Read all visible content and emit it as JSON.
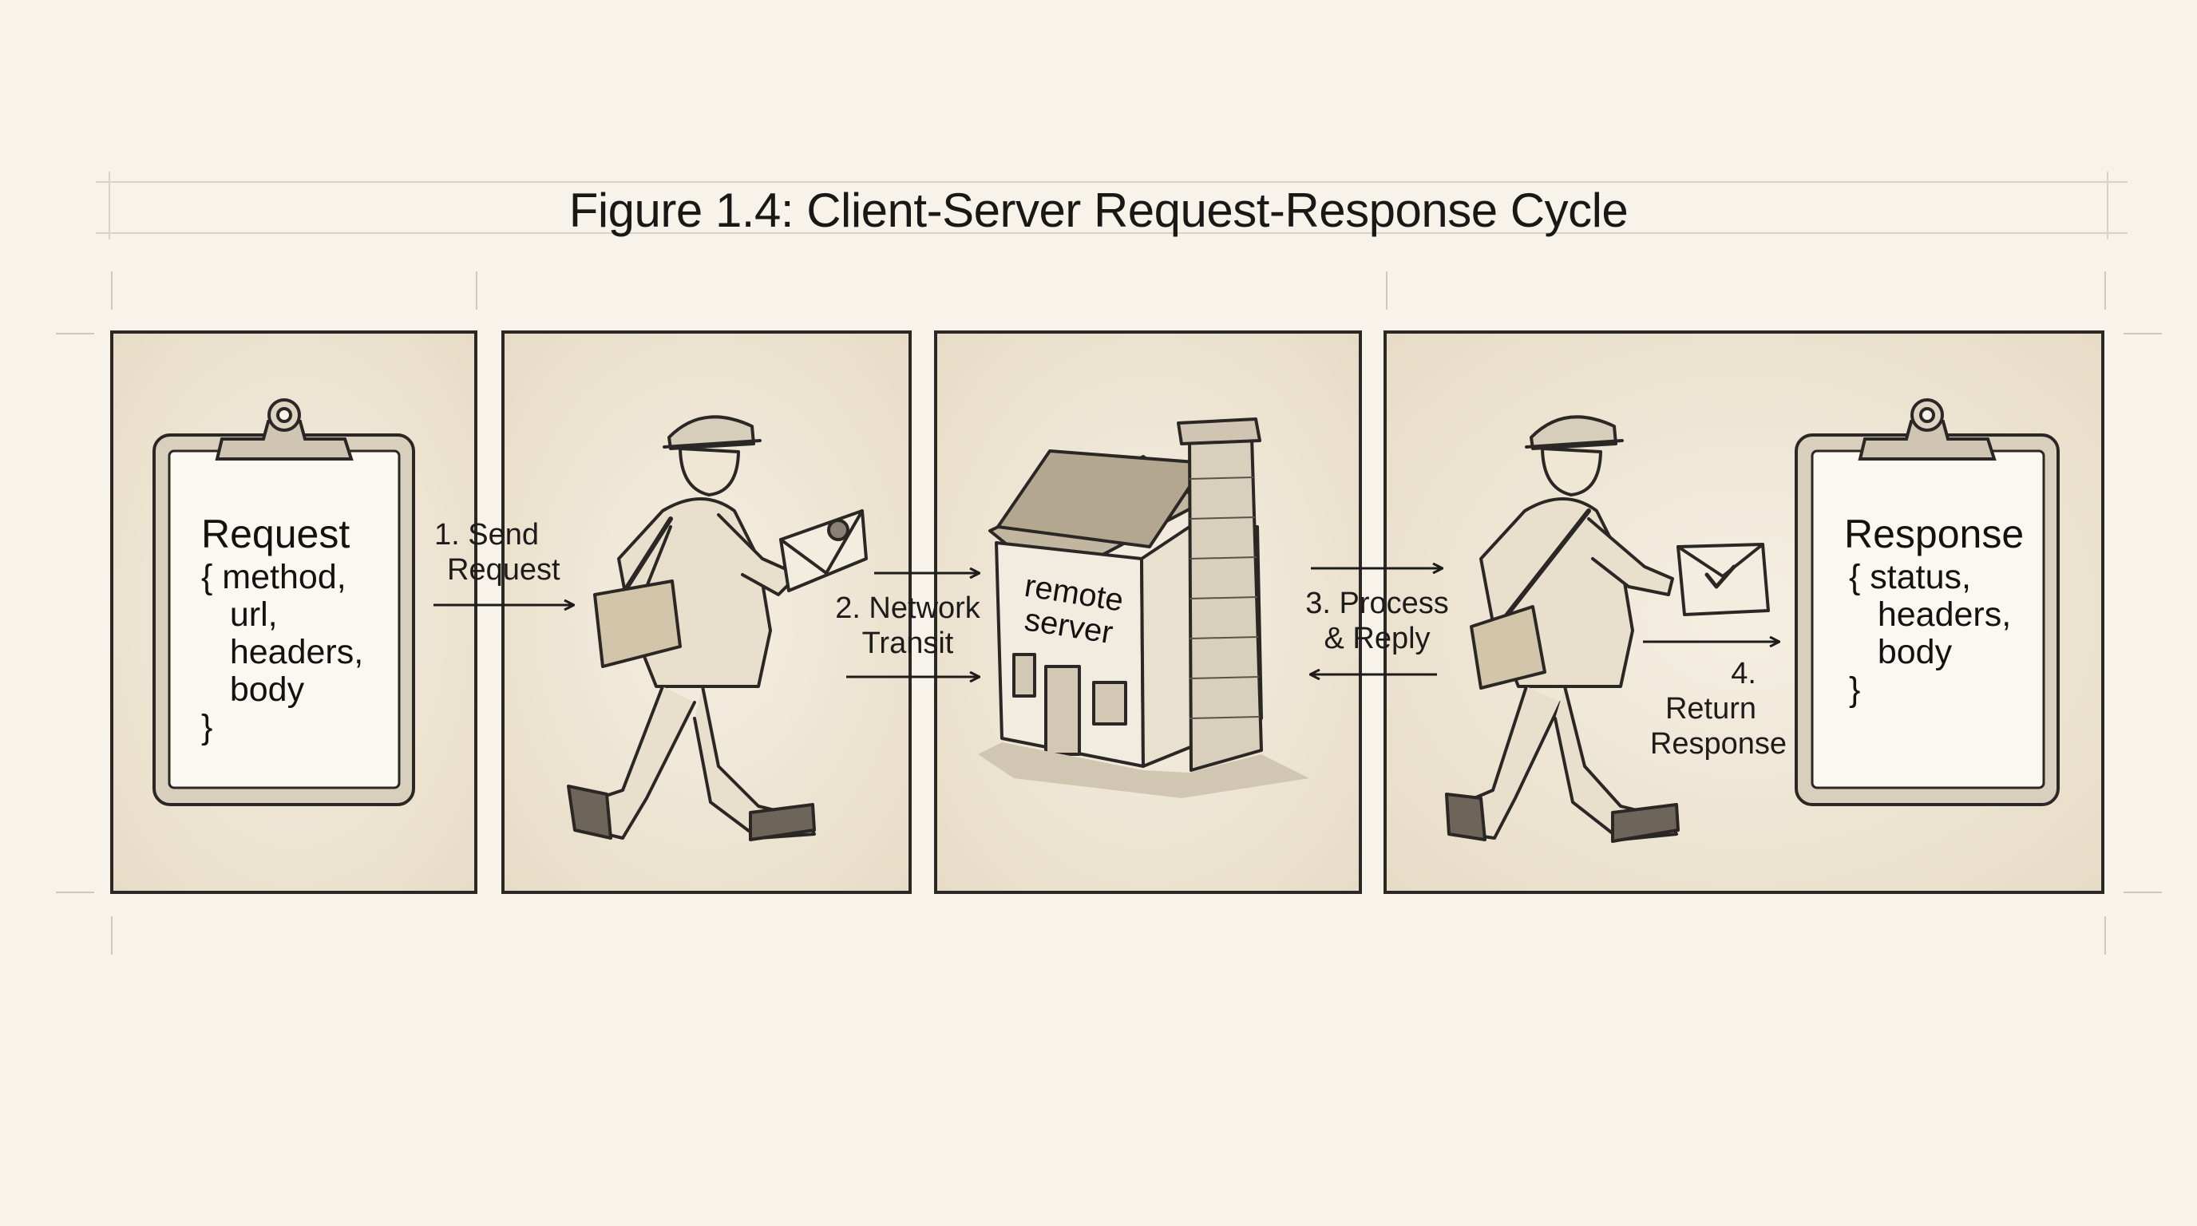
{
  "figure": {
    "title": "Figure 1.4: Client-Server Request-Response Cycle"
  },
  "request_doc": {
    "title": "Request",
    "lines": [
      "{ method,",
      "   url,",
      "   headers,",
      "   body",
      "}"
    ]
  },
  "response_doc": {
    "title": "Response",
    "lines": [
      "{ status,",
      "   headers,",
      "   body",
      "}"
    ]
  },
  "server": {
    "label_line1": "remote",
    "label_line2": "server"
  },
  "steps": [
    {
      "line1": "1. Send",
      "line2": "Request"
    },
    {
      "line1": "2. Network",
      "line2": "Transit"
    },
    {
      "line1": "3. Process",
      "line2": "& Reply"
    },
    {
      "line1": "4. Return",
      "line2": "Response"
    }
  ],
  "colors": {
    "page": "#f7f3ea",
    "panel": "#efe6d4",
    "ink": "#1e1c1a",
    "paper": "#fbf8f1"
  }
}
